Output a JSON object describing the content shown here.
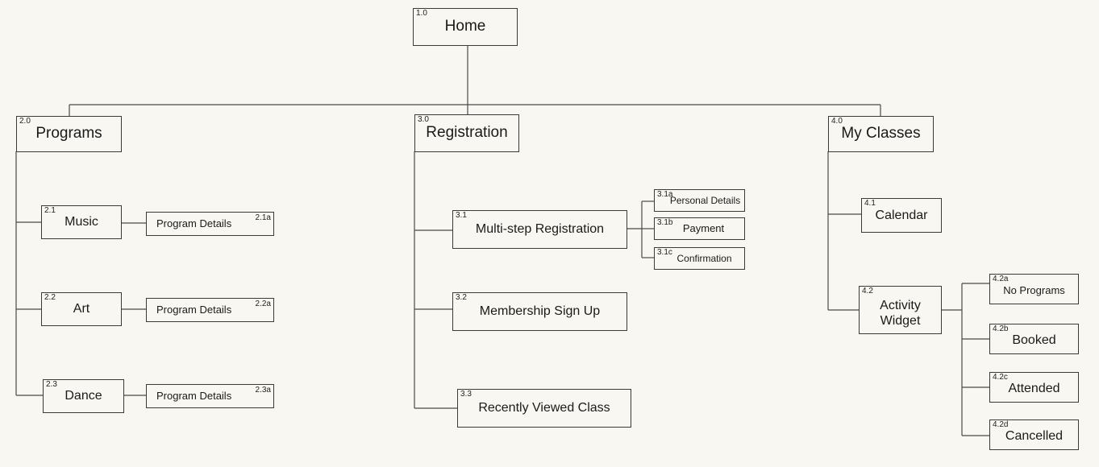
{
  "nodes": {
    "home": {
      "num": "1.0",
      "label": "Home"
    },
    "programs": {
      "num": "2.0",
      "label": "Programs"
    },
    "music": {
      "num": "2.1",
      "label": "Music"
    },
    "music_details": {
      "num": "2.1a",
      "label": "Program Details"
    },
    "art": {
      "num": "2.2",
      "label": "Art"
    },
    "art_details": {
      "num": "2.2a",
      "label": "Program Details"
    },
    "dance": {
      "num": "2.3",
      "label": "Dance"
    },
    "dance_details": {
      "num": "2.3a",
      "label": "Program Details"
    },
    "registration": {
      "num": "3.0",
      "label": "Registration"
    },
    "multistep": {
      "num": "3.1",
      "label": "Multi-step Registration"
    },
    "personal": {
      "num": "3.1a",
      "label": "Personal Details"
    },
    "payment": {
      "num": "3.1b",
      "label": "Payment"
    },
    "confirmation": {
      "num": "3.1c",
      "label": "Confirmation"
    },
    "membership": {
      "num": "3.2",
      "label": "Membership Sign Up"
    },
    "recent": {
      "num": "3.3",
      "label": "Recently Viewed Class"
    },
    "myclasses": {
      "num": "4.0",
      "label": "My Classes"
    },
    "calendar": {
      "num": "4.1",
      "label": "Calendar"
    },
    "activity": {
      "num": "4.2",
      "label": "Activity Widget"
    },
    "noprograms": {
      "num": "4.2a",
      "label": "No Programs"
    },
    "booked": {
      "num": "4.2b",
      "label": "Booked"
    },
    "attended": {
      "num": "4.2c",
      "label": "Attended"
    },
    "cancelled": {
      "num": "4.2d",
      "label": "Cancelled"
    }
  }
}
